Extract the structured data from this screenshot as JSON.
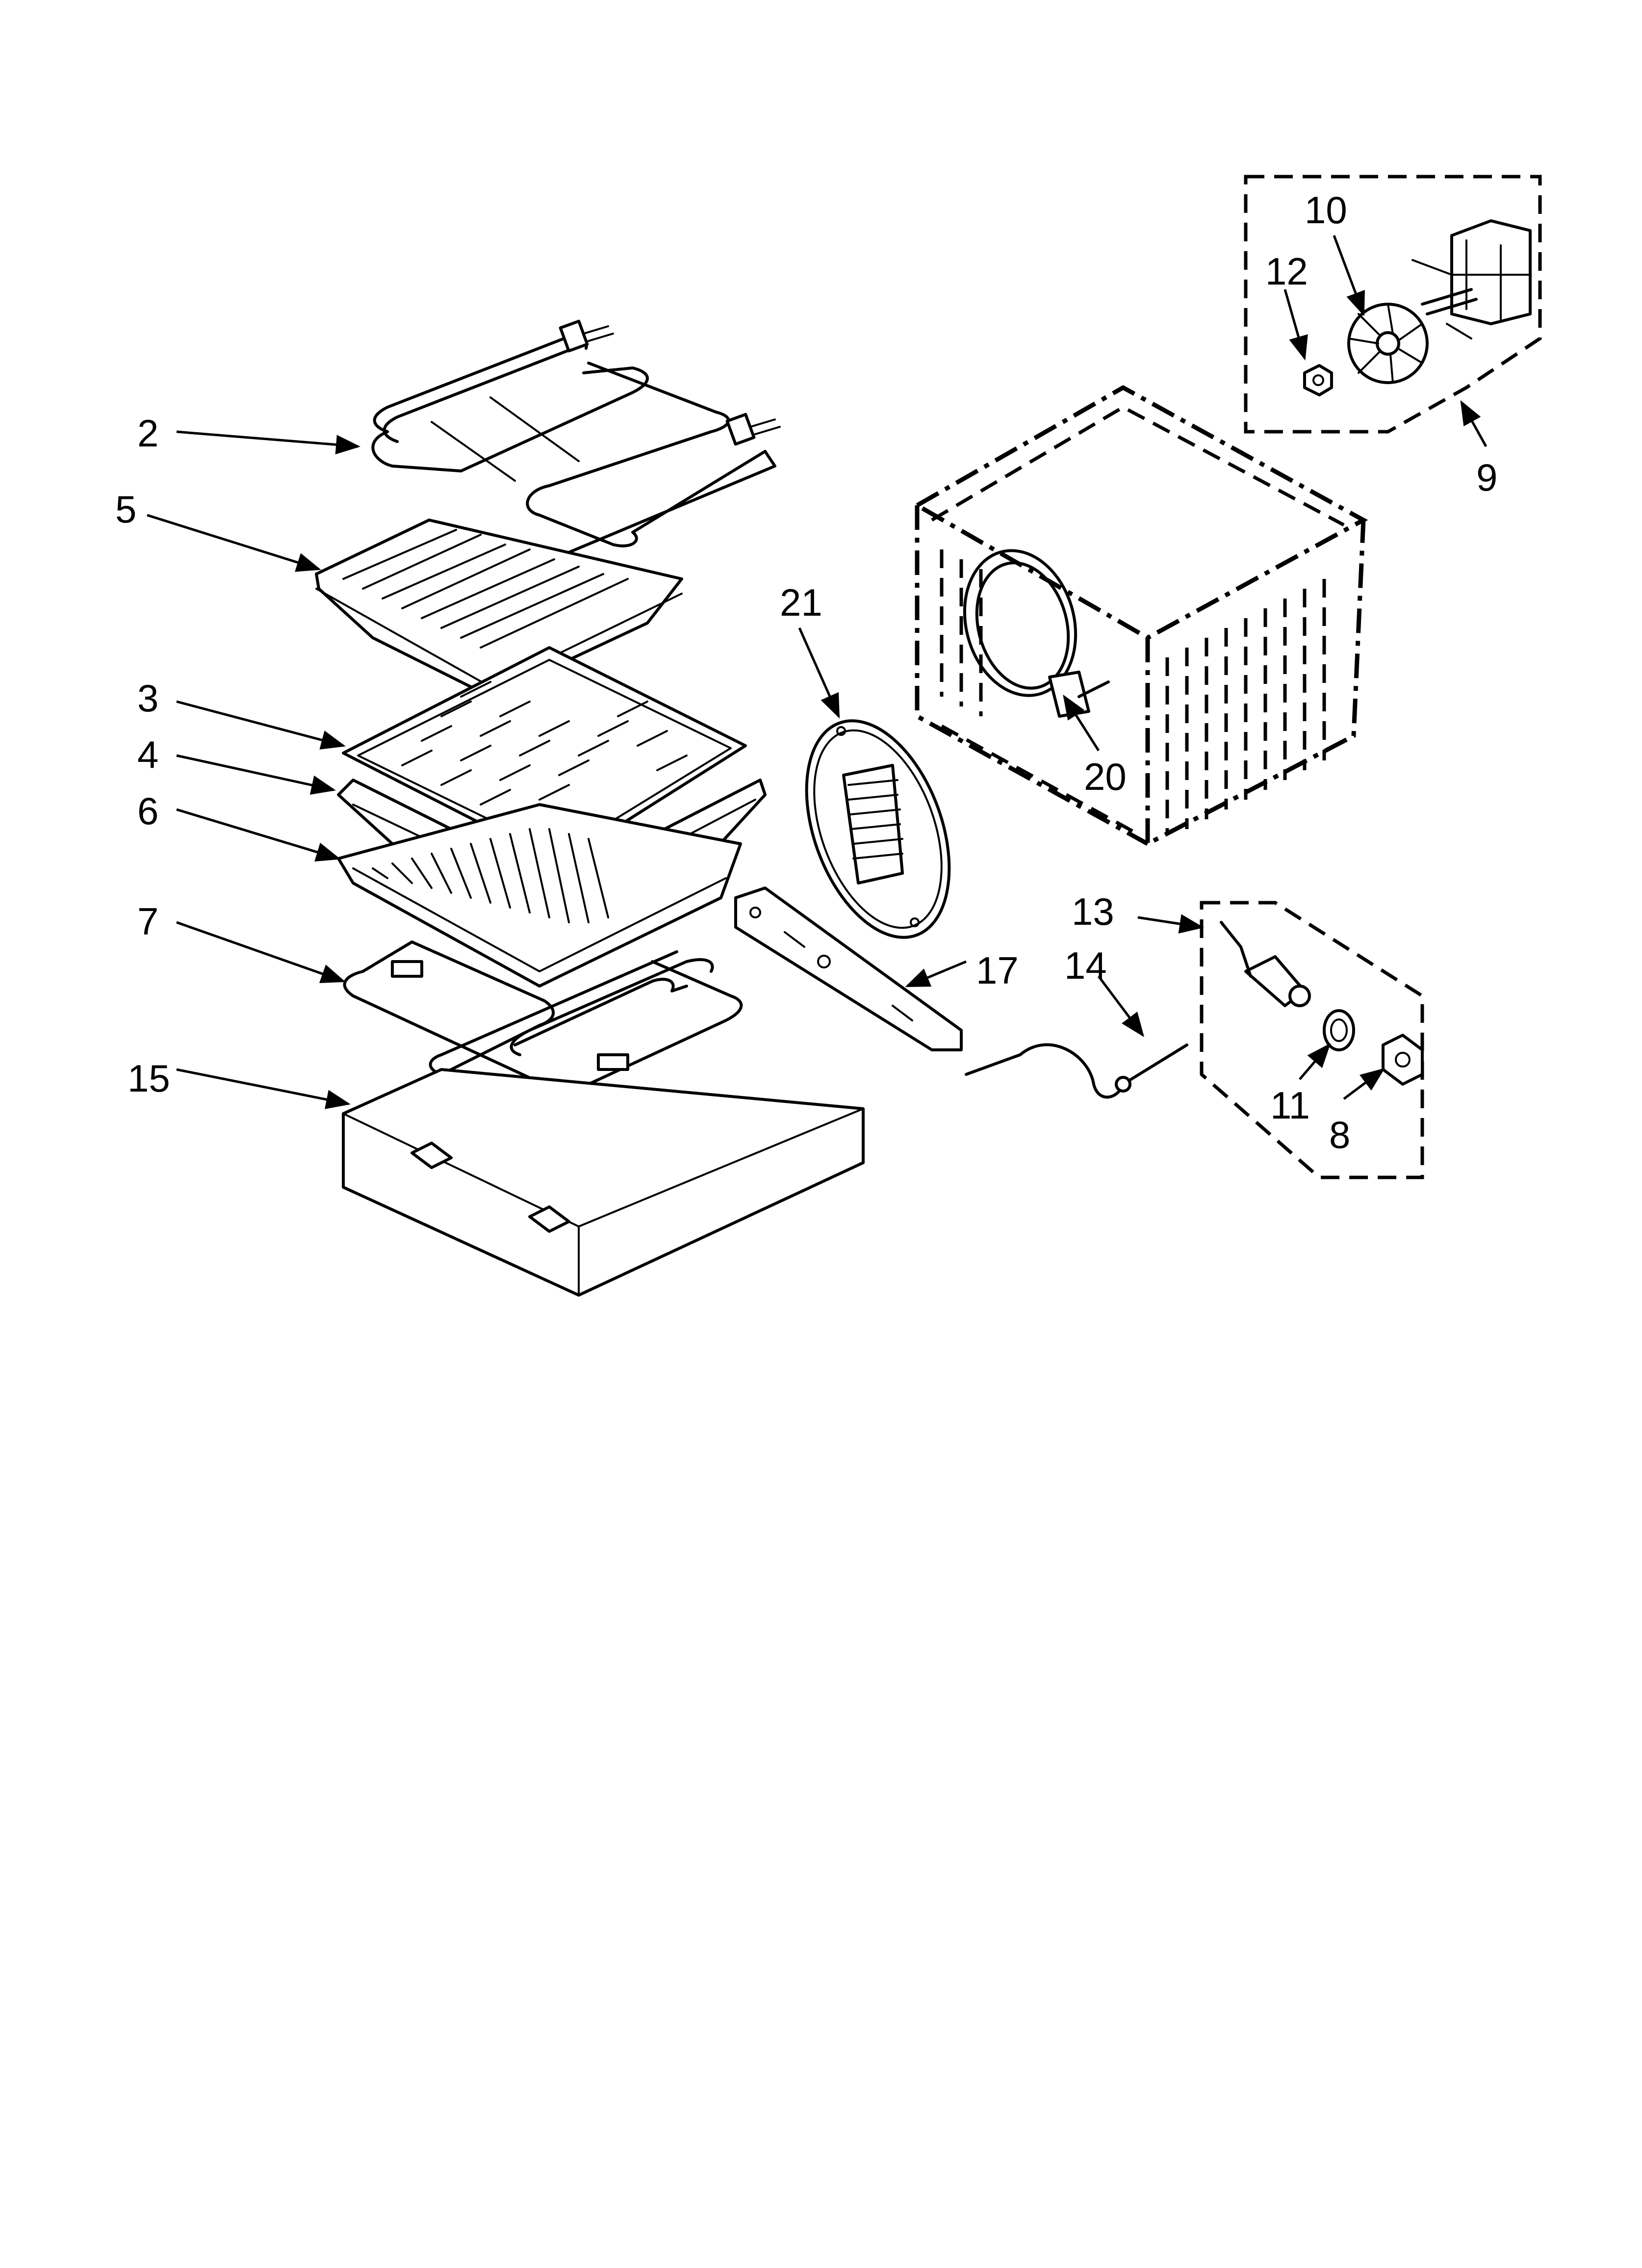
{
  "callouts": {
    "c2": "2",
    "c5": "5",
    "c3": "3",
    "c4": "4",
    "c6": "6",
    "c7": "7",
    "c15": "15",
    "c21": "21",
    "c20": "20",
    "c17": "17",
    "c13": "13",
    "c14": "14",
    "c11": "11",
    "c8": "8",
    "c12": "12",
    "c10": "10",
    "c9": "9"
  }
}
